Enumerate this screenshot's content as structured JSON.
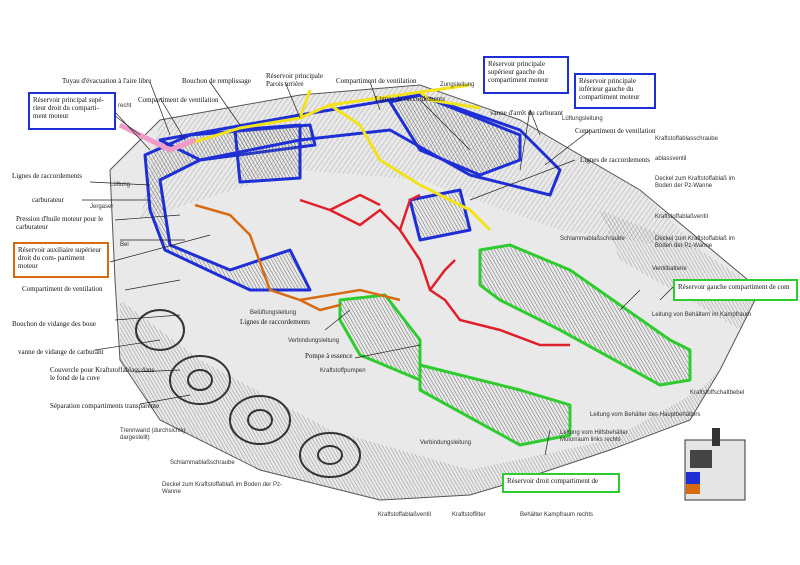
{
  "colors": {
    "blue_tank": "#1e2fd6",
    "green_tank": "#2ecc2e",
    "orange_tank": "#d86a12",
    "yellow_line": "#f2e21a",
    "red_line": "#e0202a",
    "pink_pipe": "#f19ac8",
    "hull_fill": "#e9e9e9",
    "hatching": "#8a8a8a"
  },
  "boxes": {
    "top_left": "Réservoir principal supé- rieur droit du comparti- ment moteur",
    "top_mid": "Réservoir principale supérieur gauche du compartiment moteur",
    "top_right": "Réservoir principale inférieur gauche du compartiment moteur",
    "orange_left": "Réservoir auxiliaire supérieur droit du com- partiment moteur",
    "green_right": "Réservoir gauche compartiment de com",
    "green_bottom": "Réservoir droit compartiment de"
  },
  "labels": {
    "exhaust": "Tuyau d'évacuation à l'aire libre",
    "filler_cap": "Bouchon de remplissage",
    "main_tank_rear": "Réservoir principale\nParois arrière",
    "vent_comp_top": "Compartiment de ventilation",
    "vent_comp_left_top": "Compartiment de ventilation",
    "lines_top": "Lignes de raccordements",
    "rechts": "recht",
    "lines_left": "Lignes de raccordements",
    "carburetor": "carburateur",
    "pressure": "Pression d'huile moteur pour le carburateur",
    "vent_comp_left": "Compartiment de ventilation",
    "drain_plug": "Bouchon de vidange des boue",
    "drain_valve": "vanne de vidange de carburant",
    "cover": "Couvercle pour Kraftstoffablass dans le fond de la cuve",
    "separation": "Séparation compartiments transparente",
    "lines_mid": "Lignes de raccordements",
    "fuel_pump": "Pompe à essence",
    "stop_valve": "vanne d'arrêt du carburant",
    "vent_comp_right": "Compartiment de ventilation",
    "lines_right": "Lignes de raccordements"
  },
  "german": {
    "g1": "Zungsleitung",
    "g2": "Lüftungsleitung",
    "g3": "Kraftstoffablasschraube",
    "g4": "ablassventil",
    "g5": "Deckel zum Kraftstoffablaß im Boden der Pz-Wanne",
    "g6": "Kraftstoffablaßventil",
    "g7": "Schlammablaßschraube",
    "g8": "Deckel zum Kraftstoffablaß im Boden der Pz-Wanne",
    "g9": "Ventilbatterie",
    "g10": "Leitung von Behältern im Kampfraum",
    "g11": "Kraftstoffschaltbebel",
    "g12": "Leitung vom Behälter des Hauptbehälters",
    "g13": "Kraftstoffablaßventil",
    "g14": "Kraftstoffilter",
    "g15": "Behälter Kampfraum rechts",
    "g16": "Deckel zum Kraftstoffablaß im Boden der Pz-Wanne",
    "g17": "Trennwand (durchsichtig dargestellt)",
    "g18": "Schlammablaßschraube",
    "g19": "Kraftstoffpumpen",
    "g20": "Verbindungsleitung",
    "g21": "Verbindungsleitung",
    "g22": "Leitung vom Hilfsbehälter Motorraum links rechts",
    "g23": "Belüftungsleitung",
    "g24": "Jergaser",
    "g25": "Lüftung",
    "g26": "Bel"
  }
}
